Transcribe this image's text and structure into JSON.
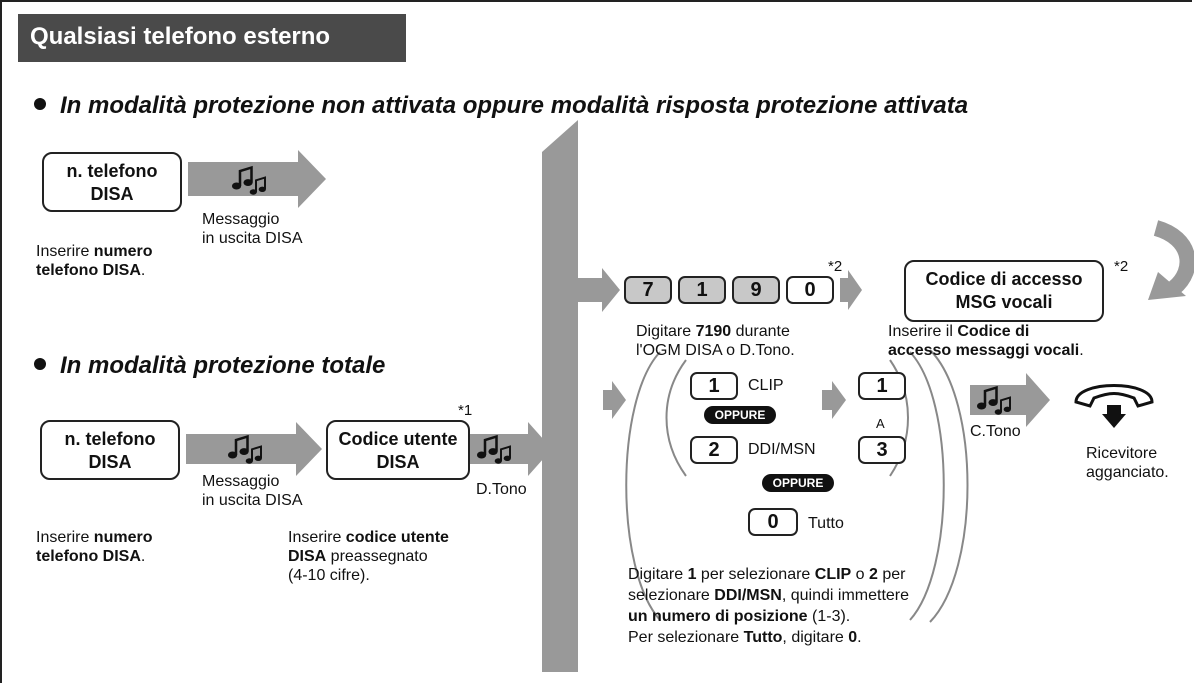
{
  "title": "Qualsiasi telefono esterno",
  "section1": {
    "heading": "In modalità protezione non attivata oppure modalità risposta protezione attivata",
    "disa_box": [
      "n. telefono",
      "DISA"
    ],
    "ogm": [
      "Messaggio",
      "in uscita DISA"
    ],
    "instr_pre": "Inserire ",
    "instr_bold1": "numero",
    "instr_bold2": "telefono DISA",
    "instr_post": "."
  },
  "section2": {
    "heading": "In modalità protezione totale",
    "disa_box": [
      "n. telefono",
      "DISA"
    ],
    "ogm": [
      "Messaggio",
      "in uscita DISA"
    ],
    "instr_pre": "Inserire ",
    "instr_bold1": "numero",
    "instr_bold2": "telefono DISA",
    "instr_post": ".",
    "user_box": [
      "Codice utente",
      "DISA"
    ],
    "user_note": "*1",
    "dtone": "D.Tono",
    "user_instr_pre": "Inserire ",
    "user_instr_bold1": "codice utente",
    "user_instr_bold2": "DISA",
    "user_instr_rest": " preassegnato",
    "user_instr_digits": "(4-10 cifre)."
  },
  "right_top": {
    "keys": [
      "7",
      "1",
      "9",
      "0"
    ],
    "keys_note": "*2",
    "keys_instr_pre": "Digitare ",
    "keys_instr_bold": "7190",
    "keys_instr_rest": " durante",
    "keys_instr_line2": "l'OGM DISA o D.Tono.",
    "access_box": [
      "Codice di accesso",
      "MSG vocali"
    ],
    "access_note": "*2",
    "access_instr_pre": "Inserire il ",
    "access_instr_bold1": "Codice di",
    "access_instr_bold2": "accesso messaggi vocali",
    "access_instr_post": "."
  },
  "right_bottom": {
    "key1": "1",
    "clip": "CLIP",
    "oppure": "OPPURE",
    "key2": "2",
    "ddi": "DDI/MSN",
    "key0": "0",
    "tutto": "Tutto",
    "pos_key1": "1",
    "pos_a": "A",
    "pos_key3": "3",
    "ctone": "C.Tono",
    "hangup": [
      "Ricevitore",
      "agganciato."
    ],
    "instr": {
      "l1a": "Digitare ",
      "l1b": "1",
      "l1c": " per selezionare ",
      "l1d": "CLIP",
      "l1e": " o ",
      "l1f": "2",
      "l1g": " per",
      "l2a": "selezionare ",
      "l2b": "DDI/MSN",
      "l2c": ", quindi immettere",
      "l3a": "un numero di posizione",
      "l3b": "  (1-3).",
      "l4a": "Per selezionare ",
      "l4b": "Tutto",
      "l4c": ", digitare ",
      "l4d": "0",
      "l4e": "."
    }
  }
}
